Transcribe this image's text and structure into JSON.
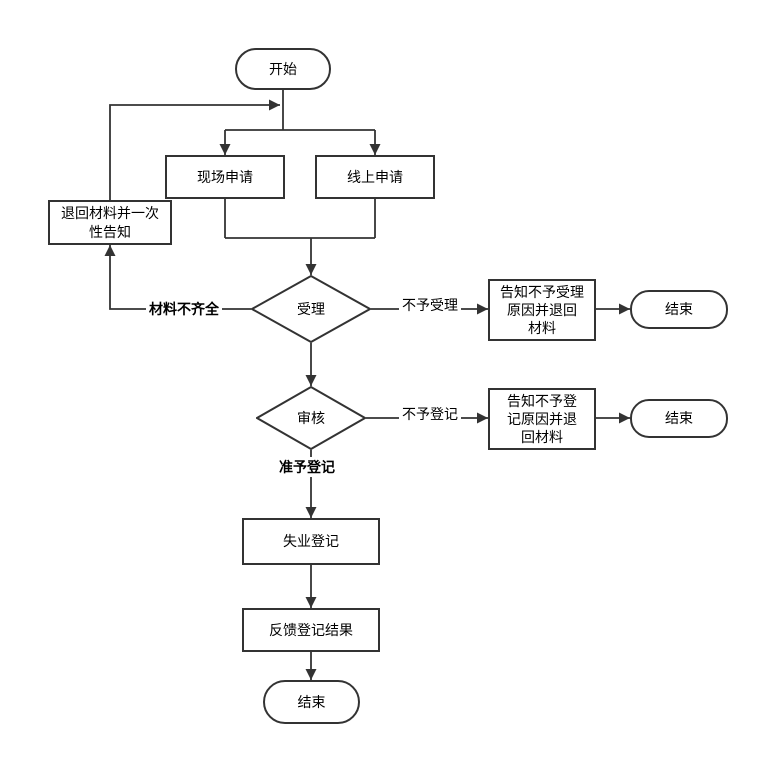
{
  "diagram": {
    "type": "flowchart",
    "colors": {
      "background": "#ffffff",
      "shape_border": "#333333",
      "connector": "#333333",
      "text": "#000000"
    },
    "nodes": {
      "start": {
        "label": "开始",
        "shape": "rounded"
      },
      "onsite": {
        "label": "现场申请",
        "shape": "rect"
      },
      "online": {
        "label": "线上申请",
        "shape": "rect"
      },
      "return_materials": {
        "label": "退回材料并一次\n性告知",
        "shape": "rect"
      },
      "accept": {
        "label": "受理",
        "shape": "diamond"
      },
      "notify_no_accept": {
        "label": "告知不予受理\n原因并退回\n材料",
        "shape": "rect"
      },
      "end_accept": {
        "label": "结束",
        "shape": "rounded"
      },
      "review": {
        "label": "审核",
        "shape": "diamond"
      },
      "notify_no_register": {
        "label": "告知不予登\n记原因并退\n回材料",
        "shape": "rect"
      },
      "end_review": {
        "label": "结束",
        "shape": "rounded"
      },
      "unemployment_register": {
        "label": "失业登记",
        "shape": "rect"
      },
      "feedback": {
        "label": "反馈登记结果",
        "shape": "rect"
      },
      "end_final": {
        "label": "结束",
        "shape": "rounded"
      }
    },
    "edge_labels": {
      "materials_incomplete": "材料不齐全",
      "reject_accept": "不予受理",
      "reject_register": "不予登记",
      "approve_register": "准予登记"
    }
  }
}
